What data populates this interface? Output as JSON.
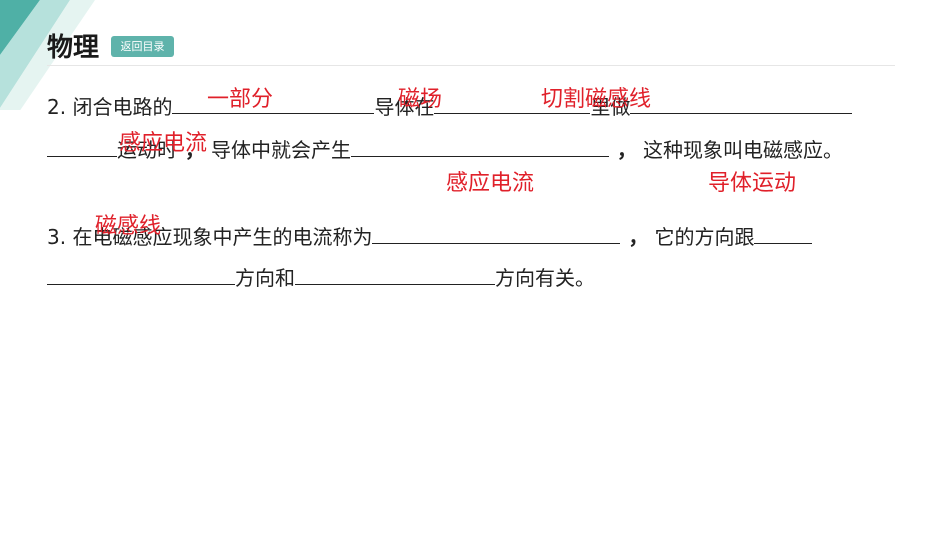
{
  "header": {
    "title": "物理",
    "back_button": "返回目录"
  },
  "question2": {
    "number": "2.",
    "text_1": "闭合电路的",
    "text_2": "导体在",
    "text_3": "里做",
    "text_4": "运动时",
    "comma_1": "，",
    "text_5": "导体中就会产生",
    "comma_2": "，",
    "text_6": "这种现象叫电磁感应。"
  },
  "question3": {
    "number": "3.",
    "text_1": "在电磁感应现象中产生的电流称为",
    "comma_1": "，",
    "text_2": "它的方向跟",
    "text_3": "方向和",
    "text_4": "方向有关。"
  },
  "answers": {
    "a1": "一部分",
    "a2": "磁场",
    "a3": "切割磁感线",
    "a4": "感应电流",
    "a5": "感应电流",
    "a6": "导体运动",
    "a7": "磁感线"
  },
  "colors": {
    "accent": "#5fb3ab",
    "answer": "#e0202a"
  }
}
